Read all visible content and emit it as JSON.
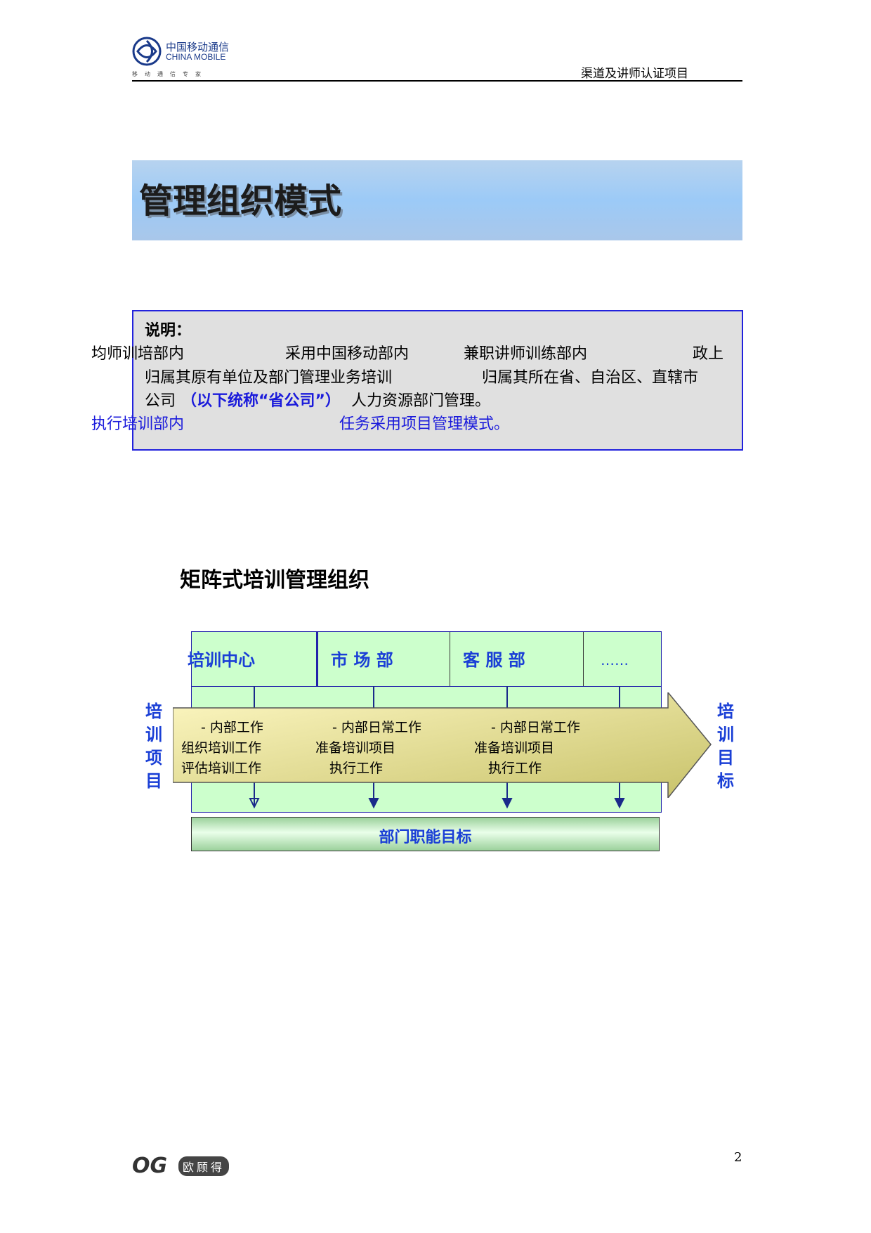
{
  "header": {
    "logo_cn": "中国移动通信",
    "logo_en": "CHINA MOBILE",
    "logo_tagline": "移动通信专家",
    "title": "渠道及讲师认证项目"
  },
  "title_band": {
    "title": "管理组织模式"
  },
  "note": {
    "heading": "说明：",
    "line1_a": "均师训培部内",
    "line1_b": "采用中国移动部内",
    "line1_c": "兼职讲师训练部内",
    "line1_d": "政上",
    "line2_a": "归属其原有单位及部门管理业务培训",
    "line2_b": "归属其所在省、自治区、直辖市",
    "line3_a": "公司",
    "line3_b": "（以下统称“省公司”）",
    "line3_c": "人力资源部门管理。",
    "line4_a": "执行培训部内",
    "line4_b": "任务采用项目管理模式。"
  },
  "section": {
    "heading": "矩阵式培训管理组织"
  },
  "diagram": {
    "departments": [
      "培训中心",
      "市 场 部",
      "客 服 部",
      "……"
    ],
    "left_label": [
      "培",
      "训",
      "项",
      "目"
    ],
    "right_label": [
      "培",
      "训",
      "目",
      "标"
    ],
    "col1": [
      "- 内部工作",
      "组织培训工作",
      "评估培训工作"
    ],
    "col2": [
      "- 内部日常工作",
      "准备培训项目",
      "执行工作"
    ],
    "col3": [
      "- 内部日常工作",
      "准备培训项目",
      "执行工作"
    ],
    "bottom_label": "部门职能目标"
  },
  "footer": {
    "logo": "OG",
    "logo_cn": "欧顾得",
    "page_number": "2"
  }
}
